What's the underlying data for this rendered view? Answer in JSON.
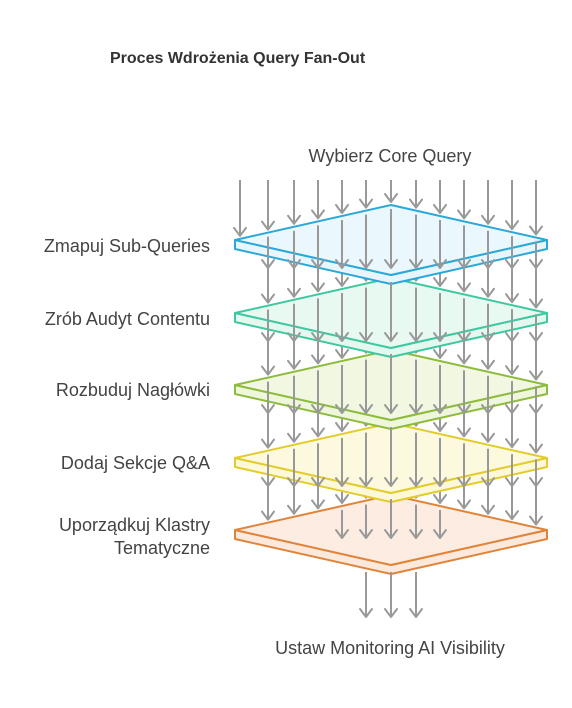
{
  "title": "Proces Wdrożenia Query Fan-Out",
  "top_label": "Wybierz Core Query",
  "bottom_label": "Ustaw Monitoring AI Visibility",
  "layers": [
    {
      "label": "Zmapuj Sub-Queries",
      "stroke": "#2aa8d8",
      "fill": "#e6f6fc"
    },
    {
      "label": "Zrób Audyt Contentu",
      "stroke": "#3cc9a0",
      "fill": "#e4f8f0"
    },
    {
      "label": "Rozbuduj Nagłówki",
      "stroke": "#8dbb3c",
      "fill": "#eef6dc"
    },
    {
      "label": "Dodaj Sekcje Q&A",
      "stroke": "#e2cc2a",
      "fill": "#fdf8d8"
    },
    {
      "label_line1": "Uporządkuj Klastry",
      "label_line2": "Tematyczne",
      "stroke": "#e0843a",
      "fill": "#fce9dc"
    }
  ],
  "arrow_color": "#999999"
}
